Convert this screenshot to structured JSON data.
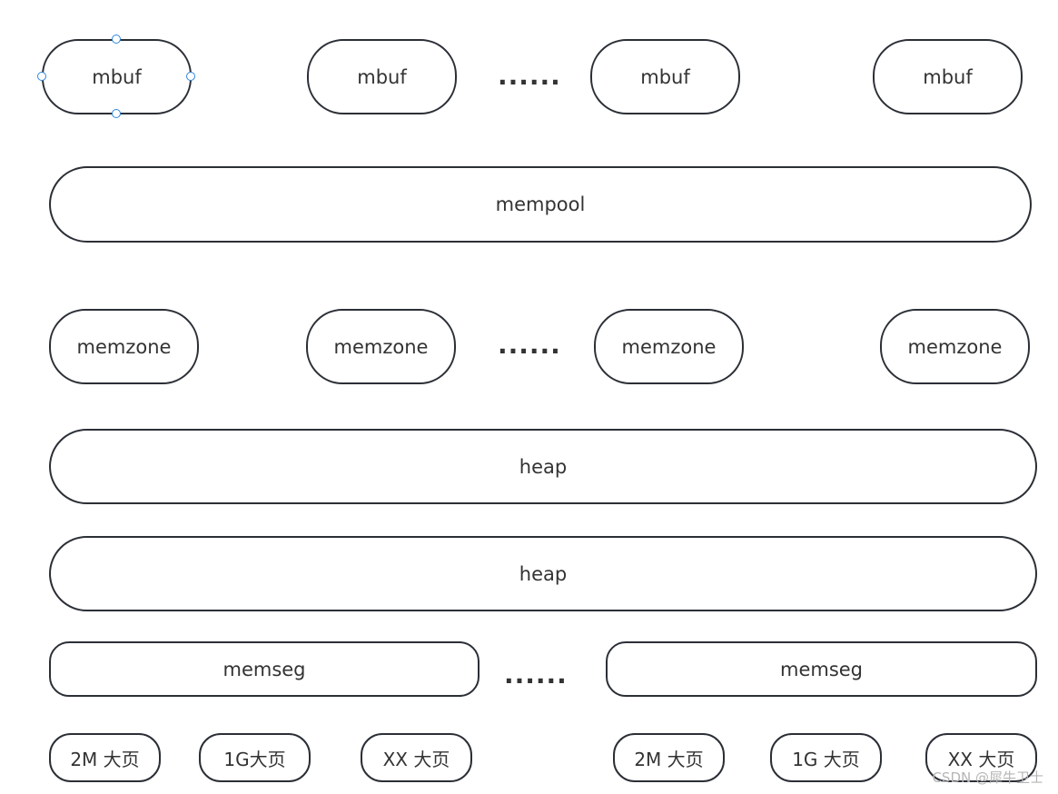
{
  "mbuf_row": {
    "items": [
      "mbuf",
      "mbuf",
      "mbuf",
      "mbuf"
    ],
    "ellipsis": "......"
  },
  "mempool": {
    "label": "mempool"
  },
  "memzone_row": {
    "items": [
      "memzone",
      "memzone",
      "memzone",
      "memzone"
    ],
    "ellipsis": "......"
  },
  "heaps": [
    "heap",
    "heap"
  ],
  "memseg_row": {
    "items": [
      "memseg",
      "memseg"
    ],
    "ellipsis": "......"
  },
  "hugepages": [
    "2M 大页",
    "1G大页",
    "XX 大页",
    "2M 大页",
    "1G 大页",
    "XX 大页"
  ],
  "watermark": "CSDN @犀牛卫士"
}
